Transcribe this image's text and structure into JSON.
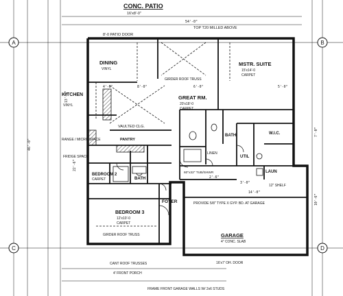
{
  "room_labels": {
    "conc_patio": "CONC. PATIO",
    "dining": "DINING",
    "kitchen": "KITCHEN",
    "great_rm": "GREAT RM.",
    "mstr_suite": "MSTR. SUITE",
    "wic": "W.I.C.",
    "bath": "BATH",
    "master_bath": "BATH",
    "laun": "LAUN",
    "util": "UTIL",
    "foyer": "FOYER",
    "bedroom_3": "BEDROOM 3",
    "bedroom_2": "BEDROOM 2",
    "garage": "GARAGE",
    "pantry": "PANTRY"
  },
  "annotations": {
    "patio_size": "16'x8'-0\"",
    "patio_door": "8'-0 PATIO DOOR",
    "vaulted_clg": "VAULTED CLG.",
    "girder_truss": "GIRDER ROOF TRUSS",
    "top_milled": "TOP T20 MILLED ABOVE",
    "mstr_size": "15'x14'-0",
    "great_size": "20'x18'-0",
    "bedroom_size": "12'x10'-0",
    "garage_slab": "4\" CONC. SLAB",
    "garage_door": "16'x7' OH. DOOR",
    "front_porch": "4' FRONT PORCH",
    "cant_roof": "CANT ROOF TRUSSES",
    "range": "RANGE / MICRO SPACE",
    "fridge": "FRIDGE SPACE",
    "carpet": "CARPET",
    "vinyl": "VINYL",
    "tub_shower": "60\"x32\" TUB/SHWR",
    "linen": "LINEN",
    "shelf": "12\" SHELF",
    "frame_garage": "FRAME FRONT GARAGE WALLS W/ 2x6 STUDS",
    "provide_type_x": "PROVIDE 5/8\" TYPE X GYP. BD. AT GARAGE",
    "bedrm_2_flooring": "CARPET"
  },
  "dimensions": {
    "overall_width": "54'-0\"",
    "overall_depth": "46'-0\"",
    "dim_1": "4'-6\"",
    "dim_2": "8'-0\"",
    "dim_3": "13'-6\"",
    "dim_4": "22'-6\"",
    "dim_5": "6'-0\"",
    "dim_6": "5'-0\"",
    "dim_7": "2'-6\"",
    "dim_8": "3'-0\"",
    "dim_9": "14'-0\"",
    "dim_10": "10'-6\"",
    "dim_11": "7'-0\""
  },
  "grid_markers": [
    "A",
    "B",
    "C",
    "D"
  ],
  "colors": {
    "line": "#111111",
    "background": "#ffffff"
  }
}
